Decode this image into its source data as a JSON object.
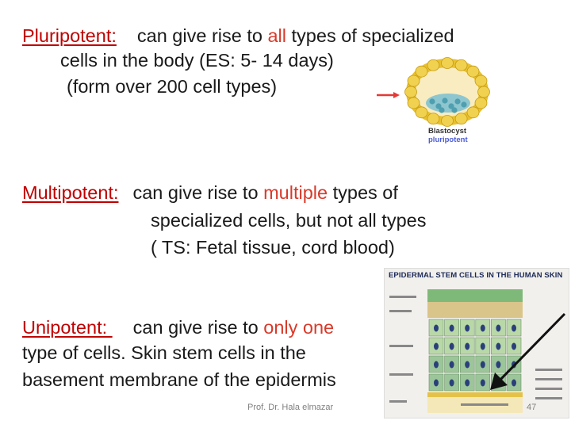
{
  "pluripotent": {
    "term": "Pluripotent:",
    "text_before": "can give rise to ",
    "highlight": "all",
    "text_after": " types of specialized",
    "line2": "cells  in the body (ES: 5- 14 days)",
    "line3": "(form over 200 cell types)"
  },
  "blastocyst_figure": {
    "caption_title": "Blastocyst",
    "caption_sub": "pluripotent"
  },
  "multipotent": {
    "term": "Multipotent:",
    "text_before": "can give rise to ",
    "highlight": "multiple",
    "text_after": " types of",
    "line2": "specialized cells, but not all types",
    "line3": "( TS: Fetal tissue, cord blood)"
  },
  "unipotent": {
    "term": "Unipotent: ",
    "text_before": "can give rise to ",
    "highlight": "only one",
    "line2": "type of cells. Skin stem cells in the",
    "line3": "basement membrane of the epidermis"
  },
  "skin_figure": {
    "title": "EPIDERMAL STEM CELLS IN THE HUMAN SKIN"
  },
  "footer": {
    "author": "Prof. Dr. Hala elmazar",
    "page_number": "47"
  },
  "colors": {
    "term": "#c00000",
    "highlight": "#d83a2a",
    "arrow": "#e53935"
  }
}
